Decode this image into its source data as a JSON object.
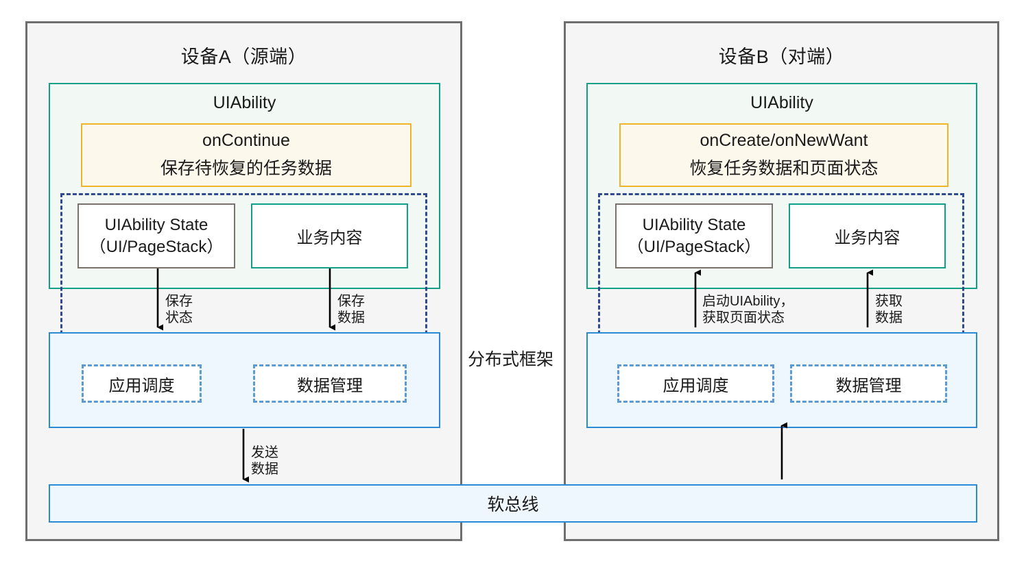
{
  "diagram": {
    "title_hidden": "",
    "colors": {
      "device_border": "#6e6e6e",
      "device_fill": "#f5f5f5",
      "uiability_border": "#11a085",
      "uiability_fill": "#f2f9f4",
      "callback_border": "#f0b429",
      "callback_fill": "#fdf8ec",
      "navy_dashed": "#2e4b8f",
      "framework_border": "#2b8ad6",
      "framework_fill": "#eff7fe",
      "module_dashed": "#5b9bd5",
      "state_border": "#7b716b",
      "arrow": "#000000"
    }
  },
  "devices": [
    {
      "id": "device-a",
      "title": "设备A（源端）",
      "uiability": {
        "title": "UIAbility",
        "callback": {
          "name": "onContinue",
          "description": "保存待恢复的任务数据"
        },
        "state_box": {
          "line1": "UIAbility State",
          "line2": "（UI/PageStack）"
        },
        "content_box": {
          "label": "业务内容"
        }
      },
      "framework": {
        "modules": [
          {
            "label": "应用调度"
          },
          {
            "label": "数据管理"
          }
        ]
      },
      "arrows": [
        {
          "id": "save-state",
          "label": "保存\n状态",
          "direction": "down"
        },
        {
          "id": "save-data",
          "label": "保存\n数据",
          "direction": "down"
        },
        {
          "id": "send-data",
          "label": "发送\n数据",
          "direction": "down"
        }
      ]
    },
    {
      "id": "device-b",
      "title": "设备B（对端）",
      "uiability": {
        "title": "UIAbility",
        "callback": {
          "name": "onCreate/onNewWant",
          "description": "恢复任务数据和页面状态"
        },
        "state_box": {
          "line1": "UIAbility State",
          "line2": "（UI/PageStack）"
        },
        "content_box": {
          "label": "业务内容"
        }
      },
      "framework": {
        "modules": [
          {
            "label": "应用调度"
          },
          {
            "label": "数据管理"
          }
        ]
      },
      "arrows": [
        {
          "id": "start-uiability",
          "label": "启动UIAbility，\n获取页面状态",
          "direction": "up"
        },
        {
          "id": "get-data",
          "label": "获取\n数据",
          "direction": "up"
        },
        {
          "id": "receive-data",
          "label": "",
          "direction": "up"
        }
      ]
    }
  ],
  "framework_band": {
    "label": "分布式框架"
  },
  "soft_bus": {
    "label": "软总线"
  }
}
